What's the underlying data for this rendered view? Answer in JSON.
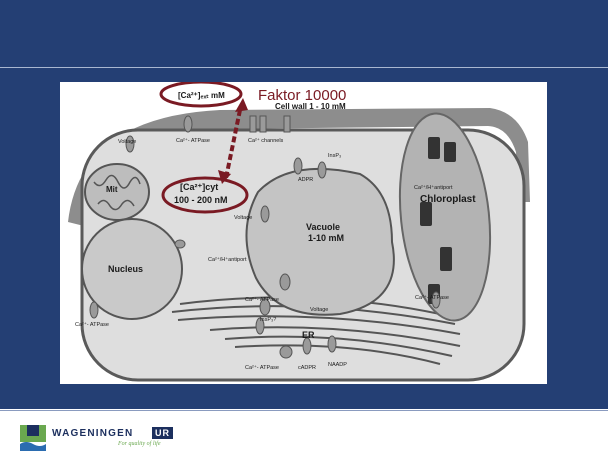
{
  "diagram": {
    "ca_ext": "[Ca²⁺]ₑₓₜ mM",
    "faktor": "Faktor 10000",
    "cell_wall": "Cell wall 1 - 10 mM",
    "ca_cyt": "[Ca²⁺]cyt",
    "ca_cyt_range": "100 - 200 nM",
    "voltage_top": "Voltage",
    "atpase_top": "Ca²⁺- ATPase",
    "ca_channels": "Ca²⁺ channels",
    "insp3_top": "InsP₃",
    "adpr": "ADPR",
    "voltage_mid": "Voltage",
    "mit": "Mit",
    "vacuole": "Vacuole",
    "vacuole_conc": "1-10 mM",
    "chloroplast": "Chloroplast",
    "antiport_chl": "Ca²⁺/H⁺antiport",
    "nucleus": "Nucleus",
    "antiport_mid": "Ca²⁺/H⁺antiport",
    "atpase_vac": "Ca²⁺- ATPase",
    "atpase_nuc": "Ca²⁺- ATPase",
    "atpase_chl": "Ca²⁺- ATPase",
    "voltage_er": "Voltage",
    "insp3_er": "InsP₃?",
    "er": "ER",
    "atpase_er": "Ca²⁺- ATPase",
    "cadpr": "cADPR",
    "naadp": "NAADP"
  },
  "footer": {
    "logo_word": "WAGENINGEN",
    "logo_ur": "UR",
    "tagline": "For quality of life"
  },
  "colors": {
    "panel": "#243f74",
    "highlight": "#7a1a23"
  }
}
